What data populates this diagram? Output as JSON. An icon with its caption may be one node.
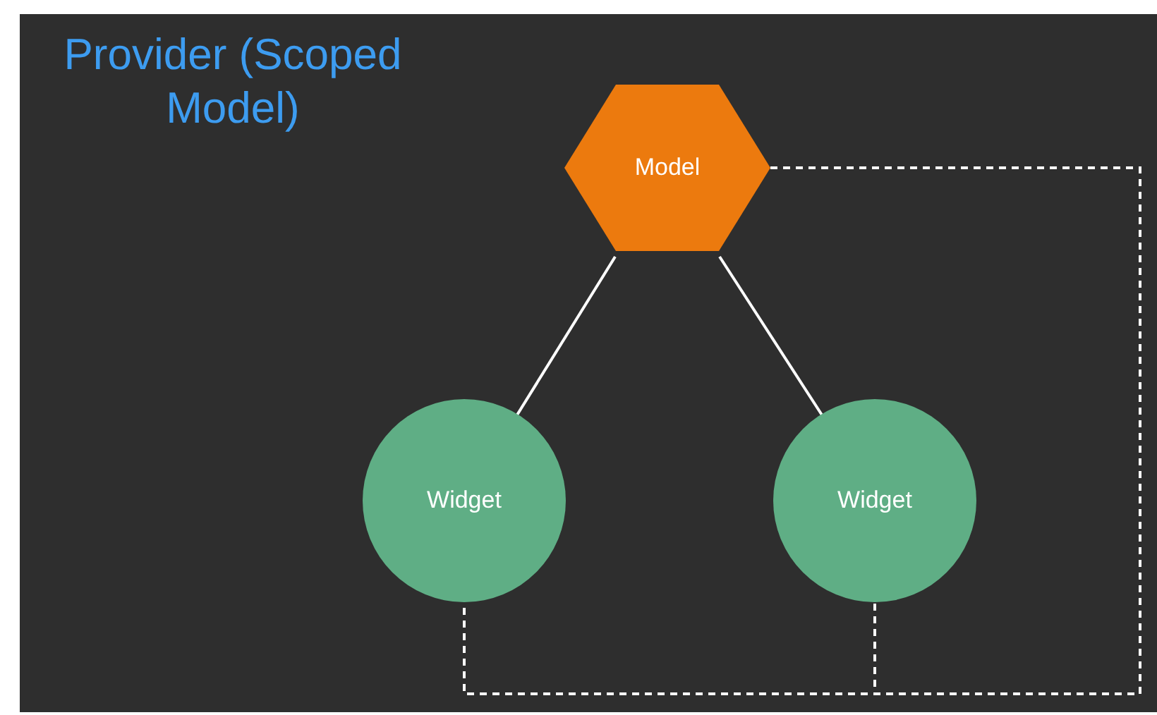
{
  "diagram": {
    "title": "Provider (Scoped Model)",
    "nodes": [
      {
        "text": [
          "Model"
        ]
      },
      {
        "text": [
          "Widget"
        ]
      },
      {
        "text": [
          "Widget"
        ]
      }
    ],
    "edges": [
      {
        "from": 0,
        "to": 1,
        "arrow": "none"
      },
      {
        "from": 0,
        "to": 2,
        "arrow": "none"
      },
      {
        "from": 0,
        "to": 1,
        "arrow": "none",
        "style": "dashed"
      },
      {
        "from": 0,
        "to": 2,
        "arrow": "none",
        "style": "dashed"
      }
    ]
  }
}
